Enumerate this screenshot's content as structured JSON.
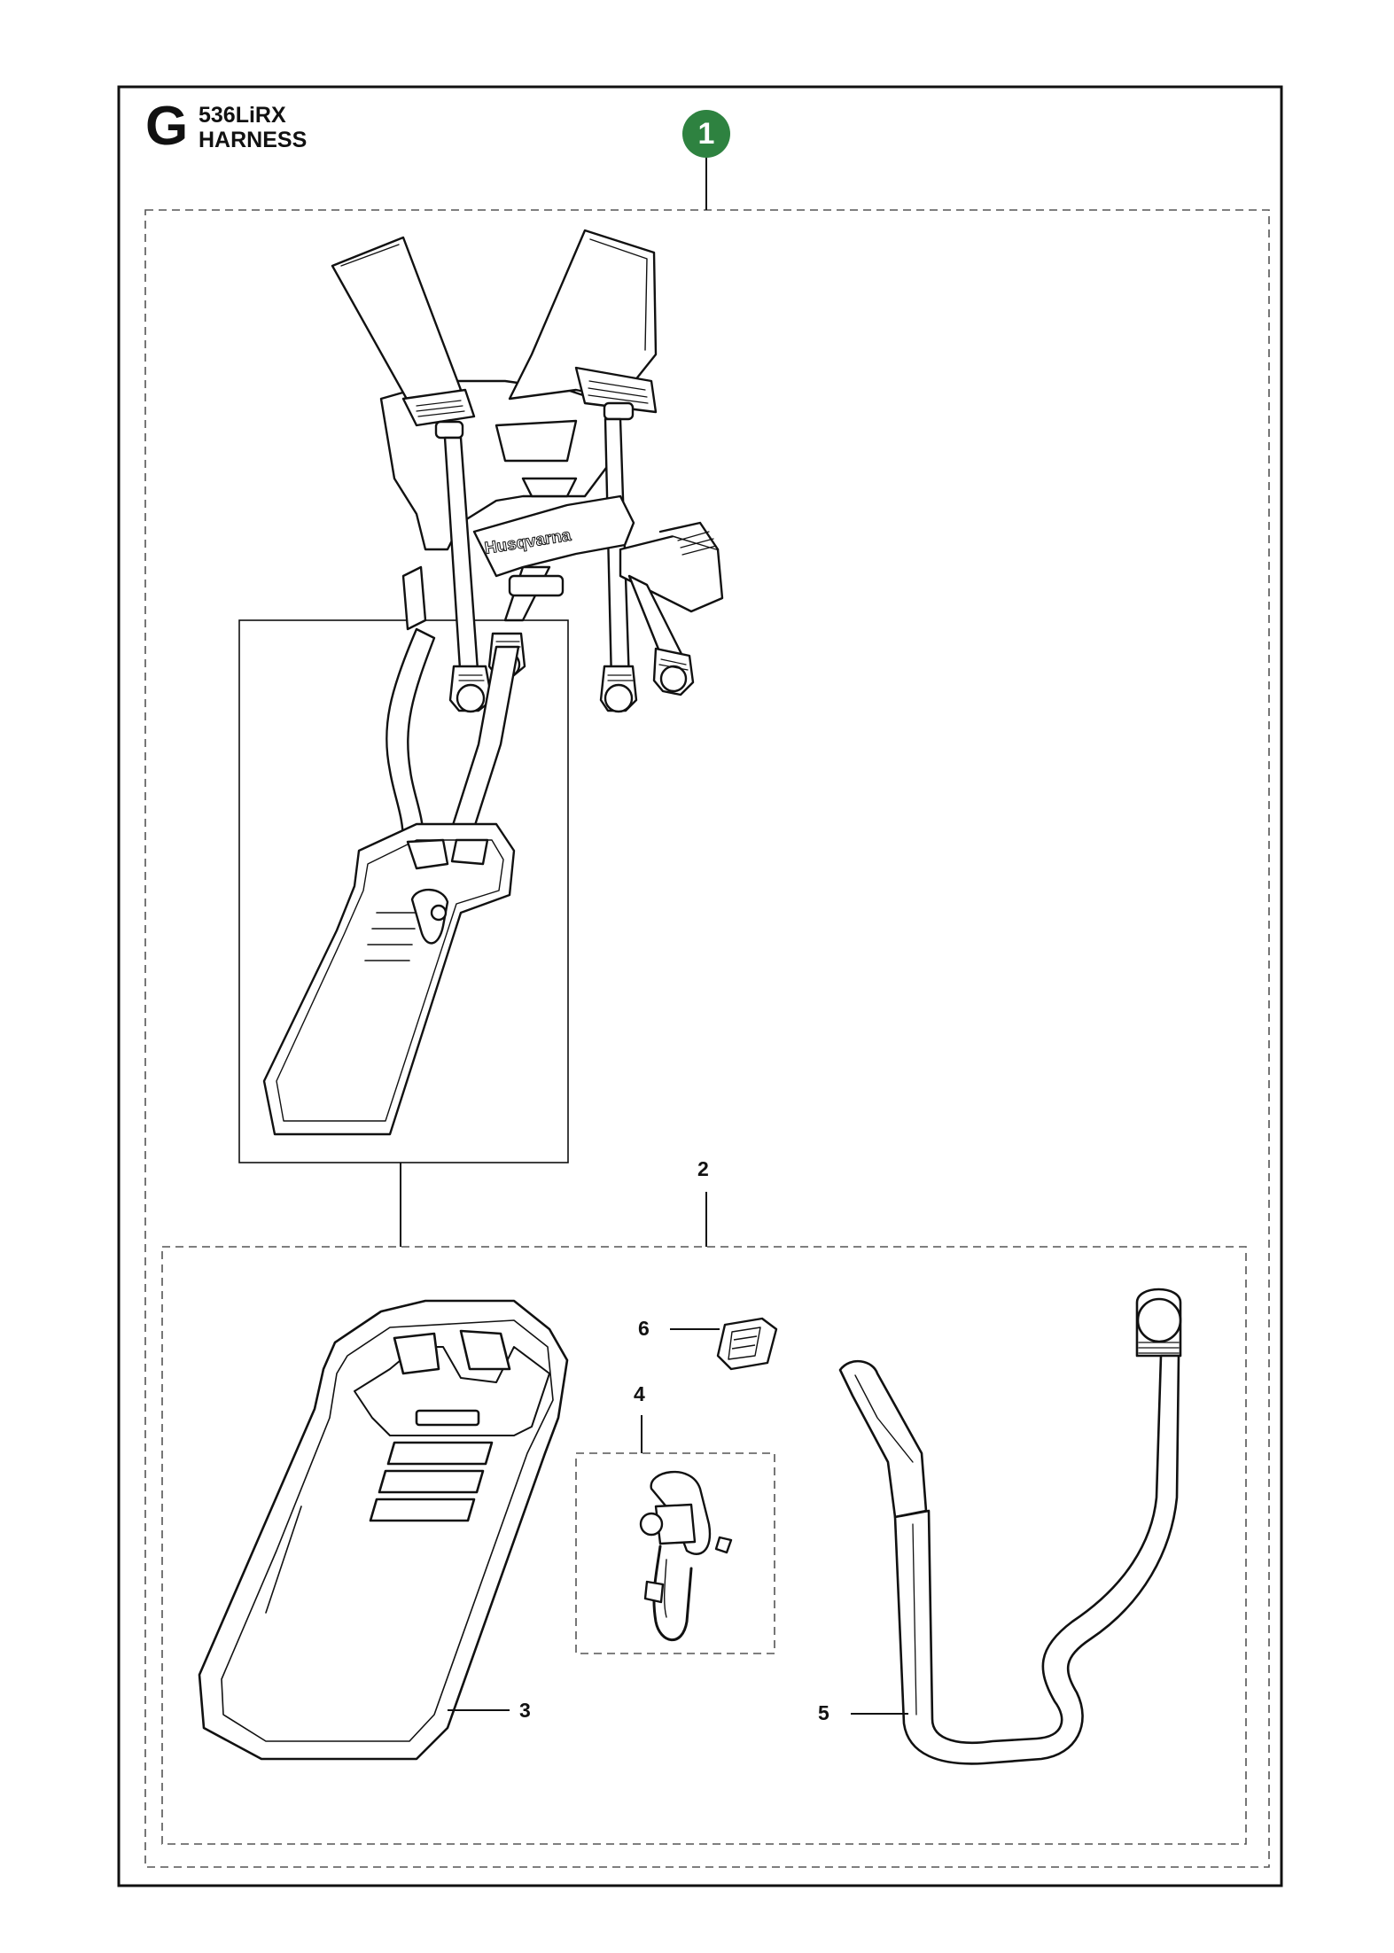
{
  "header": {
    "section_letter": "G",
    "model": "536LiRX",
    "title": "HARNESS"
  },
  "assembly_badge": "1",
  "callouts": {
    "item2": "2",
    "item3": "3",
    "item4": "4",
    "item5": "5",
    "item6": "6"
  },
  "brand_mark": "Husqvarna",
  "colors": {
    "badge": "#2e8240",
    "line": "#111111",
    "background": "#ffffff"
  }
}
